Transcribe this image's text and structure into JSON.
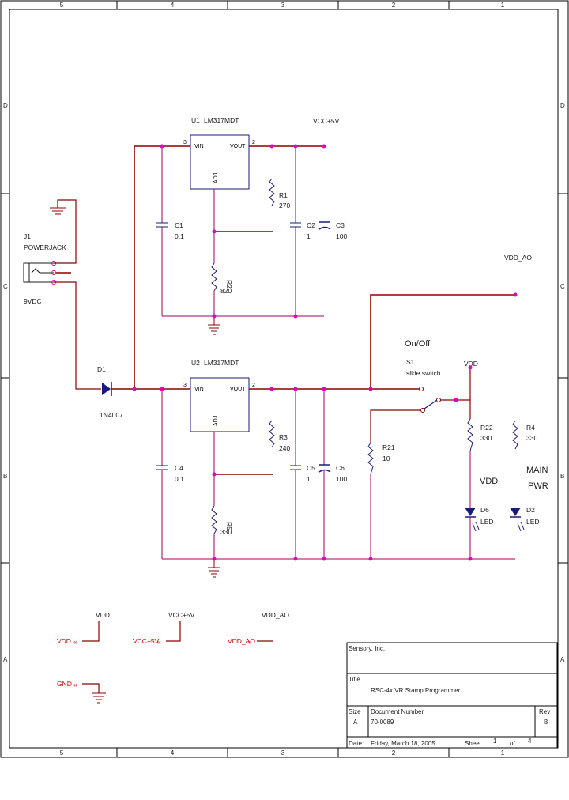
{
  "border": {
    "columns_top": [
      "5",
      "4",
      "3",
      "2",
      "1"
    ],
    "columns_bottom": [
      "5",
      "4",
      "3",
      "2",
      "1"
    ],
    "rows_left": [
      "D",
      "C",
      "B",
      "A"
    ],
    "rows_right": [
      "D",
      "C",
      "B",
      "A"
    ]
  },
  "regulator_u1": {
    "ref": "U1",
    "part": "LM317MDT",
    "vin": "VIN",
    "vout": "VOUT",
    "adj": "ADJ",
    "pin_in": "3",
    "pin_out": "2",
    "net_out": "VCC+5V"
  },
  "regulator_u2": {
    "ref": "U2",
    "part": "LM317MDT",
    "vin": "VIN",
    "vout": "VOUT",
    "adj": "ADJ",
    "pin_in": "3",
    "pin_out": "2"
  },
  "components": {
    "r1": {
      "ref": "R1",
      "value": "270"
    },
    "r2": {
      "ref": "R2",
      "value": "820"
    },
    "r3": {
      "ref": "R3",
      "value": "240"
    },
    "r5": {
      "ref": "R5",
      "value": "330"
    },
    "r21": {
      "ref": "R21",
      "value": "10"
    },
    "r22": {
      "ref": "R22",
      "value": "330"
    },
    "r4": {
      "ref": "R4",
      "value": "330"
    },
    "c1": {
      "ref": "C1",
      "value": "0.1"
    },
    "c2": {
      "ref": "C2",
      "value": "1"
    },
    "c3": {
      "ref": "C3",
      "value": "100"
    },
    "c4": {
      "ref": "C4",
      "value": "0.1"
    },
    "c5": {
      "ref": "C5",
      "value": "1"
    },
    "c6": {
      "ref": "C6",
      "value": "100"
    },
    "d1": {
      "ref": "D1",
      "value": "1N4007"
    },
    "d6": {
      "ref": "D6",
      "value": "LED"
    },
    "d2": {
      "ref": "D2",
      "value": "LED"
    },
    "j1": {
      "ref": "J1",
      "value": "POWERJACK",
      "voltage": "9VDC"
    },
    "s1": {
      "ref": "S1",
      "value": "slide switch",
      "title": "On/Off"
    }
  },
  "nets": {
    "vdd_ao": "VDD_AO",
    "vdd": "VDD",
    "vdd_label": "VDD",
    "main_pwr": [
      "MAIN",
      "PWR"
    ]
  },
  "ports": {
    "vdd": "VDD",
    "vcc5": "VCC+5V",
    "vdd_ao": "VDD_AO",
    "gnd": "GND"
  },
  "title_block": {
    "company": "Sensory, Inc.",
    "title_label": "Title",
    "title": "RSC-4x VR Stamp Programmer",
    "size_label": "Size",
    "size": "A",
    "docnum_label": "Document Number",
    "docnum": "70-0089",
    "rev_label": "Rev",
    "rev": "B",
    "date_label": "Date:",
    "date": "Friday, March 18, 2005",
    "sheet_label": "Sheet",
    "sheet": "1",
    "of_label": "of",
    "sheets": "4"
  }
}
